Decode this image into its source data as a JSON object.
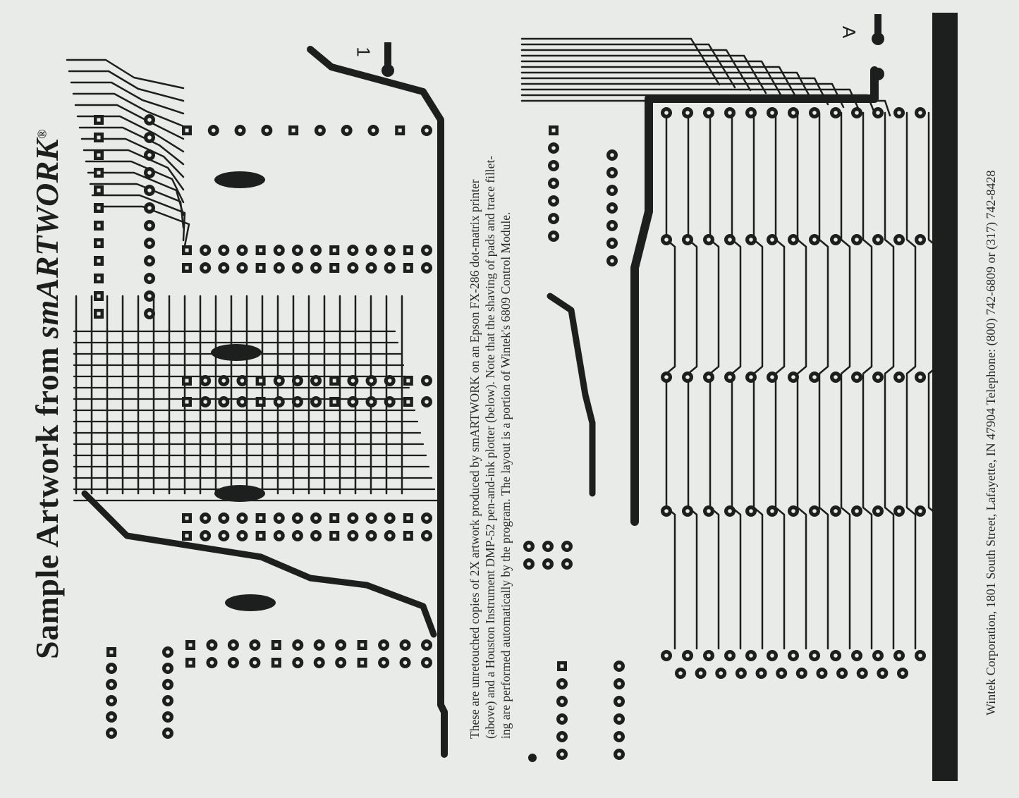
{
  "title": {
    "prefix": "Sample Artwork from ",
    "brand": "smARTWORK",
    "mark": "®"
  },
  "caption": {
    "line1": "These are unretouched copies of 2X artwork produced by smARTWORK on an Epson FX-286 dot-matrix printer",
    "line2": "(above) and a Houston Instrument DMP-52 pen-and-ink plotter (below).  Note that the shaving of pads and trace fillet-",
    "line3": "ing are performed automatically by the program.  The layout is a portion of Wintek's 6809 Control Module.",
    "line4": ""
  },
  "footer": "Wintek Corporation, 1801 South Street, Lafayette, IN 47904   Telephone: (800) 742-6809 or (317) 742-8428",
  "board_labels": {
    "upper": "1",
    "lower": "A"
  },
  "colors": {
    "paper": "#e9ebe8",
    "ink": "#1d1f1e",
    "background": "#6f7270"
  }
}
